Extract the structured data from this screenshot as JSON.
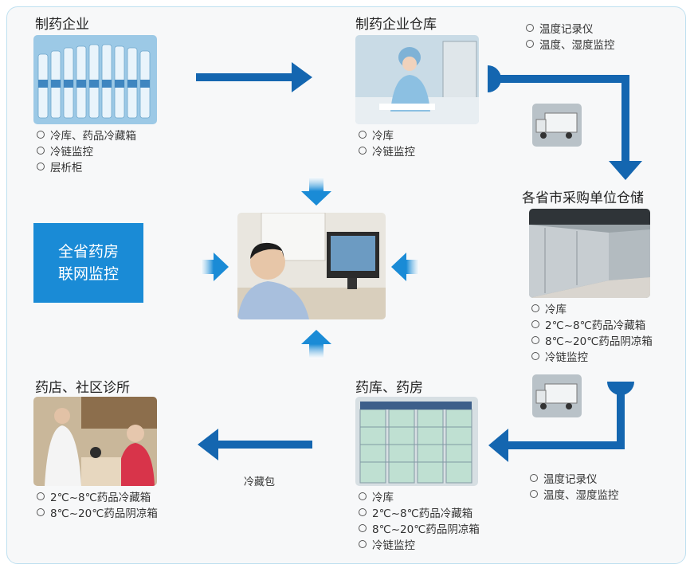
{
  "nodes": {
    "pharma_company": {
      "title": "制药企业",
      "items": [
        "冷库、药品冷藏箱",
        "冷链监控",
        "层析柜"
      ]
    },
    "pharma_warehouse": {
      "title": "制药企业仓库",
      "items": [
        "冷库",
        "冷链监控"
      ],
      "side_items": [
        "温度记录仪",
        "温度、湿度监控"
      ]
    },
    "provincial_storage": {
      "title": "各省市采购单位仓储",
      "items": [
        "冷库",
        "2℃~8℃药品冷藏箱",
        "8℃~20℃药品阴凉箱",
        "冷链监控"
      ]
    },
    "drug_store": {
      "title": "药库、药房",
      "items": [
        "冷库",
        "2℃~8℃药品冷藏箱",
        "8℃~20℃药品阴凉箱",
        "冷链监控"
      ],
      "side_items": [
        "温度记录仪",
        "温度、湿度监控"
      ]
    },
    "pharmacy_clinic": {
      "title": "药店、社区诊所",
      "items": [
        "2℃~8℃药品冷藏箱",
        "8℃~20℃药品阴凉箱"
      ]
    }
  },
  "center": {
    "box_line1": "全省药房",
    "box_line2": "联网监控"
  },
  "edge_labels": {
    "cold_pack": "冷藏包"
  },
  "colors": {
    "primary_blue": "#1a8bd6",
    "arrow_blue": "#1466b0",
    "panel_border": "#bfe0f0"
  }
}
